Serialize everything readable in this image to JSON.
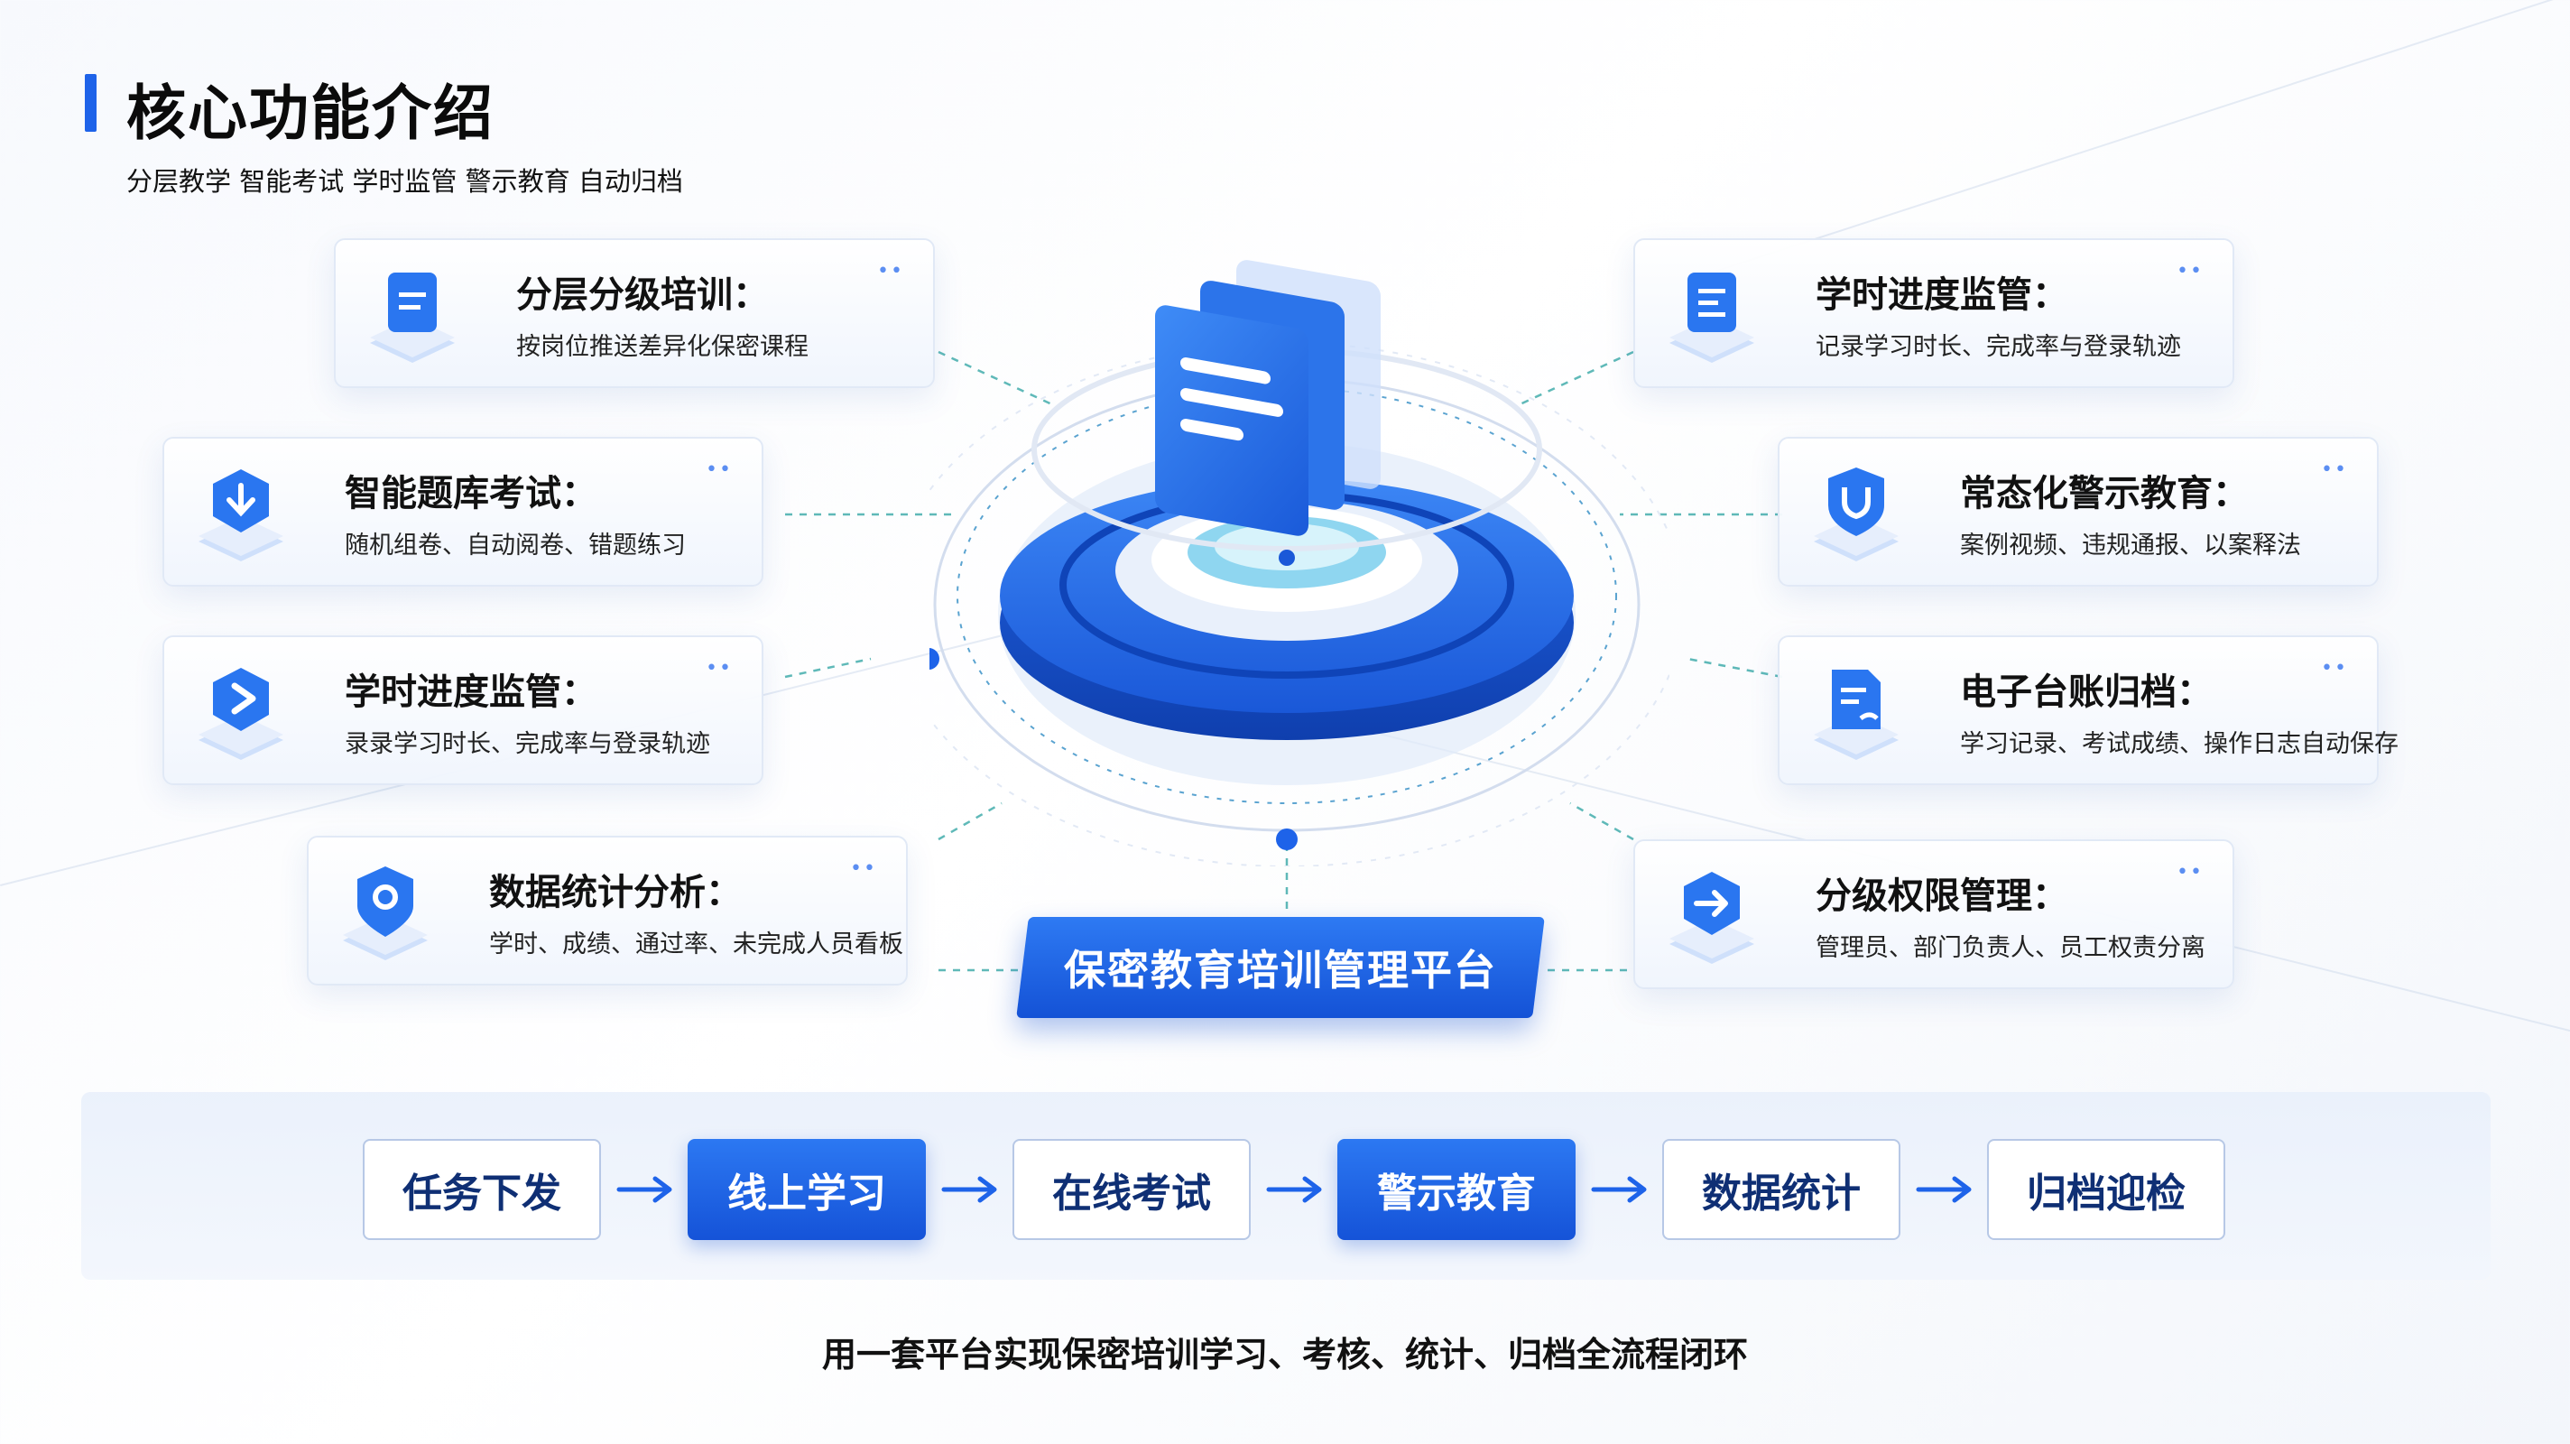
{
  "header": {
    "title": "核心功能介绍",
    "subtitle": "分层教学 智能考试 学时监管 警示教育 自动归档"
  },
  "cards": {
    "left": [
      {
        "title": "分层分级培训：",
        "desc": "按岗位推送差异化保密课程",
        "icon": "document-icon"
      },
      {
        "title": "智能题库考试：",
        "desc": "随机组卷、自动阅卷、错题练习",
        "icon": "download-icon"
      },
      {
        "title": "学时进度监管：",
        "desc": "录录学习时长、完成率与登录轨迹",
        "icon": "play-icon"
      },
      {
        "title": "数据统计分析：",
        "desc": "学时、成绩、通过率、未完成人员看板",
        "icon": "location-pin-icon"
      }
    ],
    "right": [
      {
        "title": "学时进度监管：",
        "desc": "记录学习时长、完成率与登录轨迹",
        "icon": "checklist-icon"
      },
      {
        "title": "常态化警示教育：",
        "desc": "案例视频、违规通报、以案释法",
        "icon": "shield-icon"
      },
      {
        "title": "电子台账归档：",
        "desc": "学习记录、考试成绩、操作日志自动保存",
        "icon": "file-edit-icon"
      },
      {
        "title": "分级权限管理：",
        "desc": "管理员、部门负责人、员工权责分离",
        "icon": "arrow-right-icon"
      }
    ],
    "more_glyph": "••"
  },
  "platform": {
    "label": "保密教育培训管理平台"
  },
  "flow": {
    "steps": [
      {
        "label": "任务下发",
        "style": "outline"
      },
      {
        "label": "线上学习",
        "style": "filled"
      },
      {
        "label": "在线考试",
        "style": "outline"
      },
      {
        "label": "警示教育",
        "style": "filled"
      },
      {
        "label": "数据统计",
        "style": "outline"
      },
      {
        "label": "归档迎检",
        "style": "outline"
      }
    ]
  },
  "footer": {
    "text": "用一套平台实现保密培训学习、考核、统计、归档全流程闭环"
  },
  "colors": {
    "accent": "#1e63e9",
    "deep": "#1452d6",
    "light": "#5b8ef2",
    "outline": "#b7c8e6"
  }
}
